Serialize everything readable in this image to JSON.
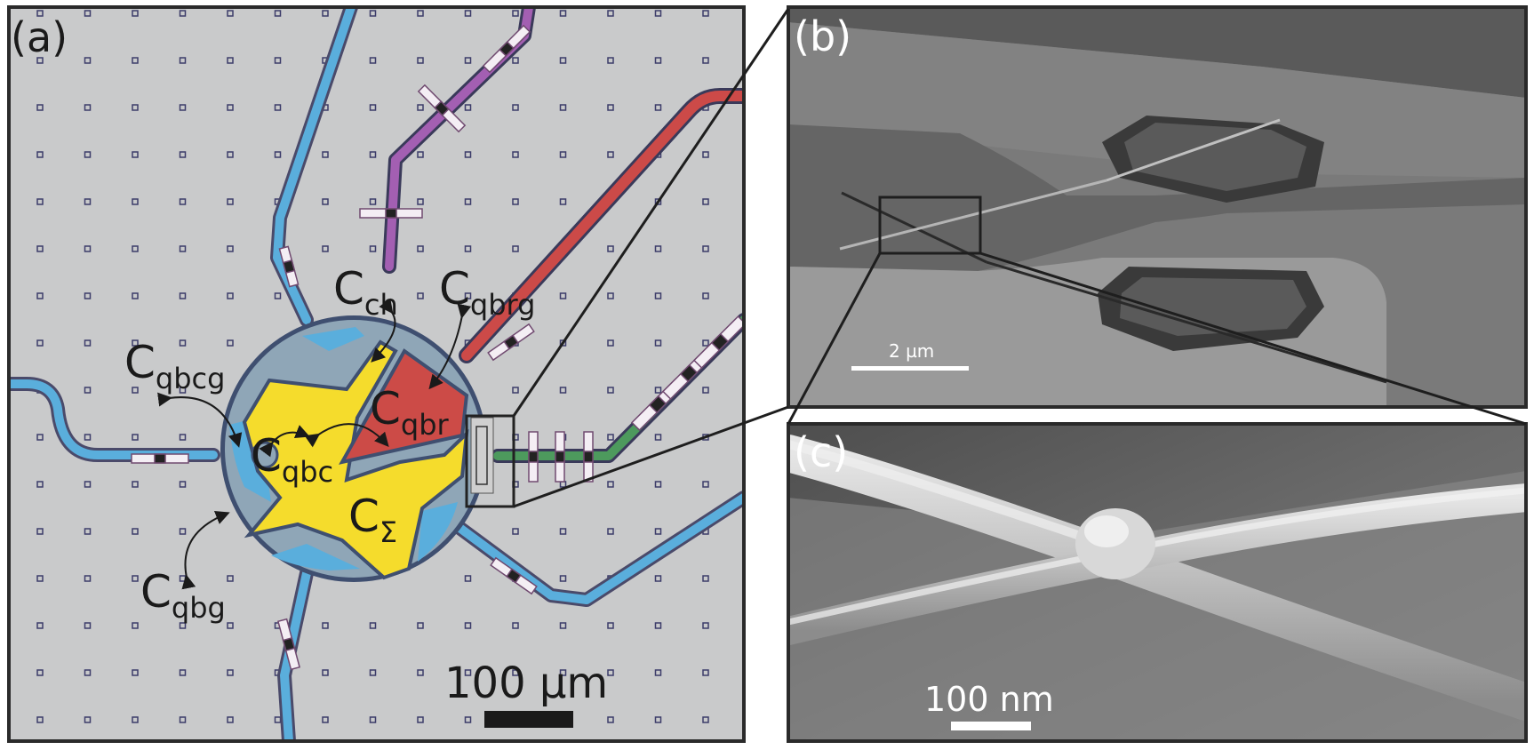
{
  "panels": {
    "a": {
      "letter": "(a)",
      "labels": {
        "ch": {
          "base": "C",
          "sub": "ch"
        },
        "qbrg": {
          "base": "C",
          "sub": "qbrg"
        },
        "qbcg": {
          "base": "C",
          "sub": "qbcg"
        },
        "qbr": {
          "base": "C",
          "sub": "qbr"
        },
        "qbc": {
          "base": "C",
          "sub": "qbc"
        },
        "sigma": {
          "base": "C",
          "sub": "Σ"
        },
        "qbg": {
          "base": "C",
          "sub": "qbg"
        }
      },
      "scalebar": "100 µm"
    },
    "b": {
      "letter": "(b)",
      "scalebar": "2 µm"
    },
    "c": {
      "letter": "(c)",
      "scalebar": "100 nm"
    }
  },
  "colors": {
    "chip_bg": "#c9cacb",
    "line_blue": "#5aaedc",
    "line_purple": "#a35fb2",
    "line_red": "#cc4a48",
    "line_green": "#4d9a5d",
    "yellow_pad": "#f5dc2c",
    "red_pad": "#cc4b47",
    "blue_pad": "#5aaedc",
    "ring_gray": "#8fa6b7",
    "sem_dark": "#5f5f5f",
    "sem_light": "#9a9a9a"
  }
}
